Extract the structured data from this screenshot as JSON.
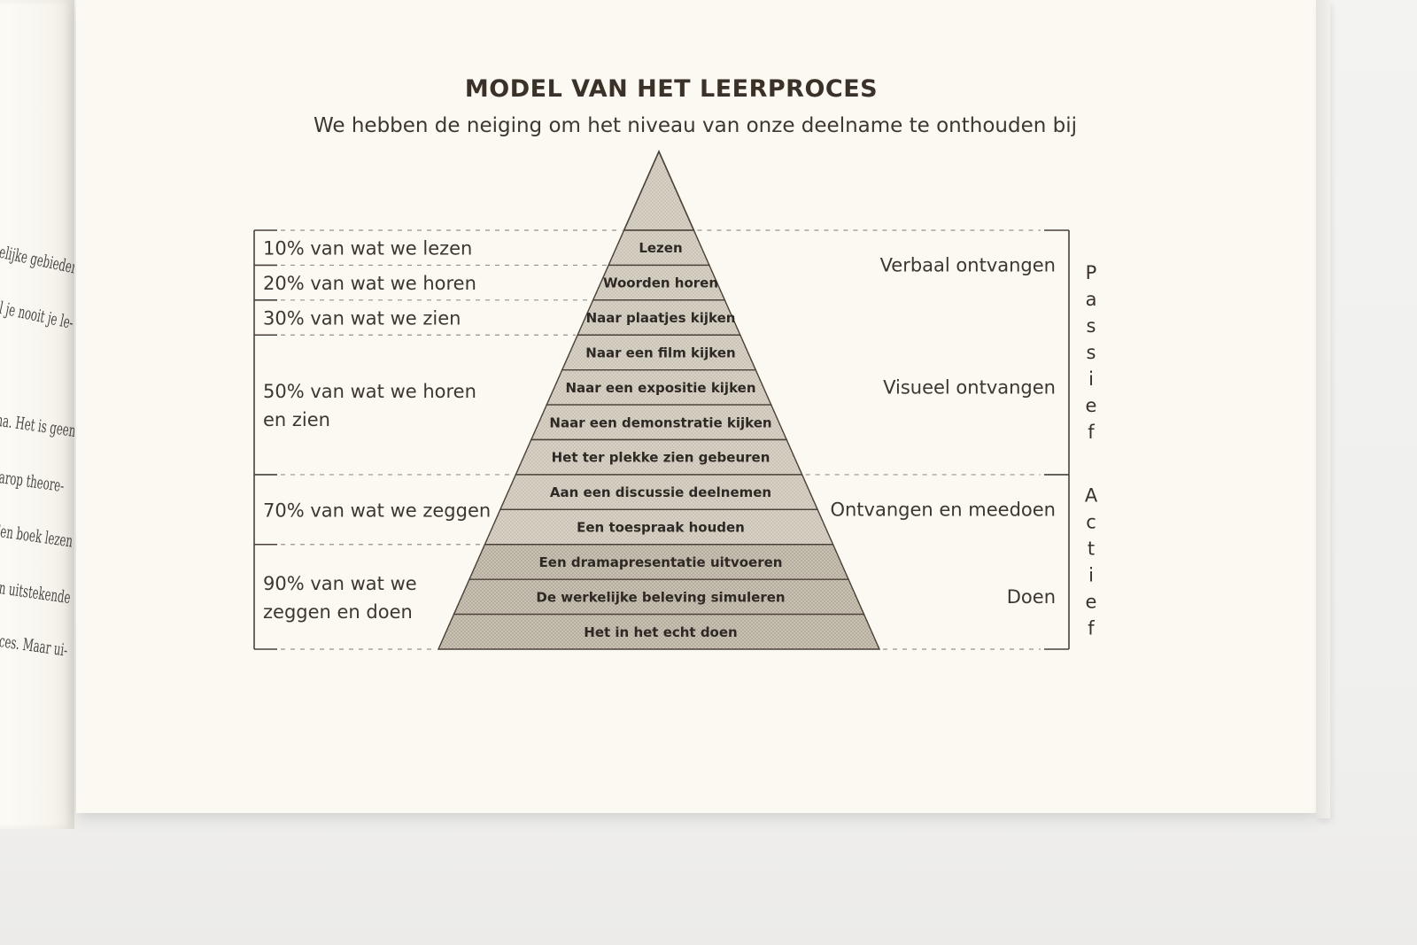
{
  "title": "MODEL VAN HET LEERPROCES",
  "subtitle": "We hebben de neiging om het niveau van onze deelname te onthouden bij",
  "pyramid_levels": [
    "Lezen",
    "Woorden horen",
    "Naar plaatjes kijken",
    "Naar een film kijken",
    "Naar een expositie kijken",
    "Naar een demonstratie kijken",
    "Het ter plekke zien gebeuren",
    "Aan een discussie deelnemen",
    "Een toespraak houden",
    "Een dramapresentatie uitvoeren",
    "De werkelijke beleving simuleren",
    "Het in het echt doen"
  ],
  "retention_labels": [
    {
      "lines": [
        "10% van wat we lezen"
      ],
      "from_level": 0,
      "to_level": 0
    },
    {
      "lines": [
        "20% van wat we horen"
      ],
      "from_level": 1,
      "to_level": 1
    },
    {
      "lines": [
        "30% van wat we zien"
      ],
      "from_level": 2,
      "to_level": 2
    },
    {
      "lines": [
        "50% van wat we horen",
        "en zien"
      ],
      "from_level": 3,
      "to_level": 6
    },
    {
      "lines": [
        "70% van wat we zeggen"
      ],
      "from_level": 7,
      "to_level": 8
    },
    {
      "lines": [
        "90% van wat we",
        "zeggen en doen"
      ],
      "from_level": 9,
      "to_level": 11
    }
  ],
  "mode_labels": [
    {
      "text": "Verbaal ontvangen",
      "from_level": 0,
      "to_level": 1
    },
    {
      "text": "Visueel ontvangen",
      "from_level": 2,
      "to_level": 6
    },
    {
      "text": "Ontvangen en meedoen",
      "from_level": 7,
      "to_level": 8
    },
    {
      "text": "Doen",
      "from_level": 9,
      "to_level": 11
    }
  ],
  "vertical_groups": [
    {
      "text": "Passief",
      "from_level": 0,
      "to_level": 6
    },
    {
      "text": "Actief",
      "from_level": 7,
      "to_level": 11
    }
  ],
  "left_page_fragments": [
    "gelijke gebieden",
    "ul je nooit je le-",
    "",
    "ina. Het is geen",
    "aarop theore-",
    "Een boek lezen",
    "en uitstekende",
    "oces. Maar ui-"
  ],
  "colors": {
    "ink": "#3a3128",
    "line": "#4a4037",
    "fill_light": "#d9d4c9",
    "fill_dark": "#c8c1b4",
    "page": "#fbf9f1"
  }
}
